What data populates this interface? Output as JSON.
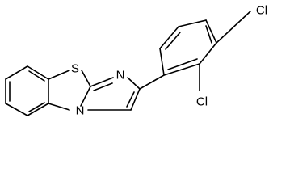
{
  "molecule": {
    "atoms": {
      "sulfur": "S",
      "nitrogen_imine": "N",
      "nitrogen_bridge": "N",
      "chlorine_para": "Cl",
      "chlorine_ortho": "Cl"
    }
  },
  "colors": {
    "bond": "#000000",
    "label": "#000000",
    "background": "#ffffff"
  }
}
